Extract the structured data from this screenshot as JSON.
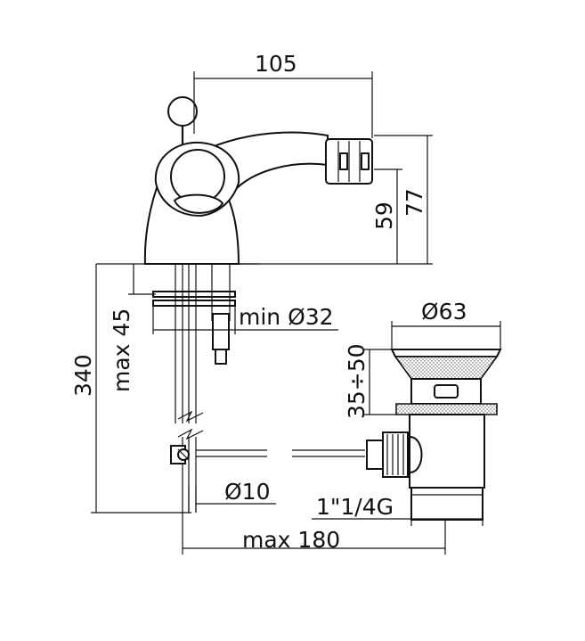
{
  "dimensions": {
    "width_spout": "105",
    "height_77": "77",
    "height_59": "59",
    "total_height": "340",
    "max_deck": "max 45",
    "min_hole": "min Ø32",
    "waste_diameter": "Ø63",
    "waste_range": "35÷50",
    "pipe_diameter": "Ø10",
    "waste_thread": "1\"1/4G",
    "max_rod": "max 180"
  },
  "colors": {
    "line": "#111111",
    "background": "#ffffff"
  }
}
